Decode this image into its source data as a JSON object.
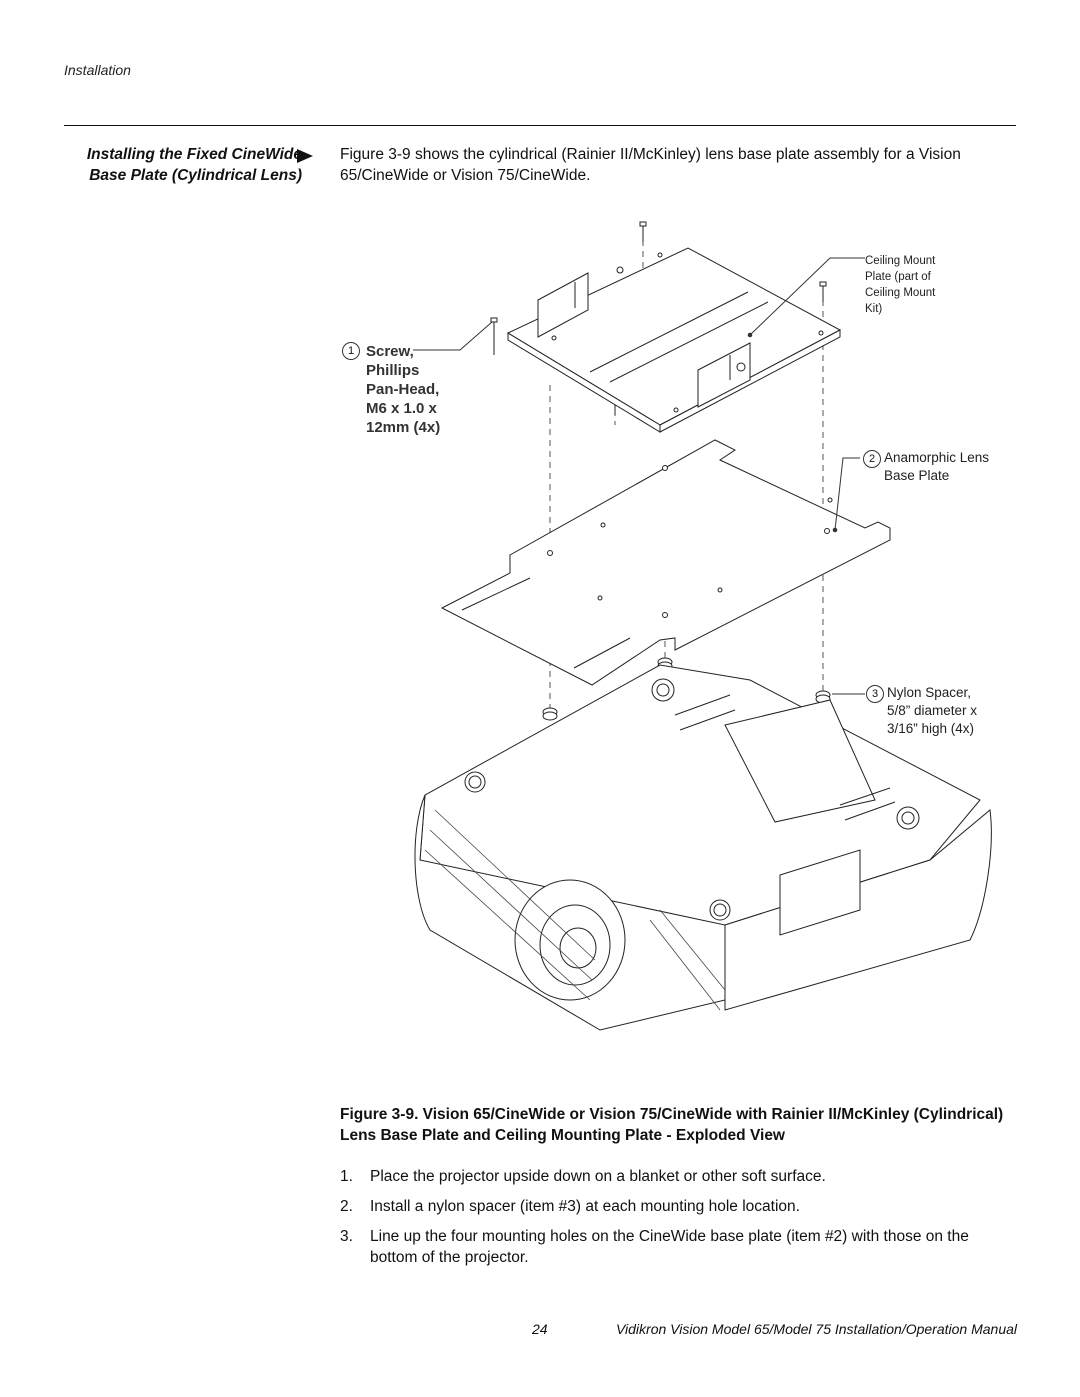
{
  "header": {
    "section": "Installation"
  },
  "side_heading": {
    "line1": "Installing the Fixed CineWide",
    "line2": "Base Plate (Cylindrical Lens)"
  },
  "intro": "Figure 3-9 shows the cylindrical (Rainier II/McKinley) lens base plate assembly for a Vision 65/CineWide or Vision 75/CineWide.",
  "figure": {
    "ceiling_mount_label": "Ceiling Mount\nPlate (part of\nCeiling Mount\nKit)",
    "screw": {
      "number": "1",
      "label": "Screw,\nPhillips\nPan-Head,\nM6 x 1.0 x\n12mm (4x)"
    },
    "base_plate": {
      "number": "2",
      "label": "Anamorphic Lens\nBase Plate"
    },
    "spacer": {
      "number": "3",
      "label": "Nylon Spacer,\n5/8” diameter x\n3/16” high (4x)"
    }
  },
  "caption": "Figure 3-9. Vision 65/CineWide or Vision 75/CineWide with Rainier II/McKinley (Cylindrical) Lens Base Plate and Ceiling Mounting Plate - Exploded View",
  "steps": [
    {
      "num": "1.",
      "text": "Place the projector upside down on a blanket or other soft surface."
    },
    {
      "num": "2.",
      "text": "Install a nylon spacer (item #3) at each mounting hole location."
    },
    {
      "num": "3.",
      "text": "Line up the four mounting holes on the CineWide base plate (item #2) with those on the bottom of the projector."
    }
  ],
  "footer": {
    "page_number": "24",
    "manual_title": "Vidikron Vision Model 65/Model 75 Installation/Operation Manual"
  }
}
